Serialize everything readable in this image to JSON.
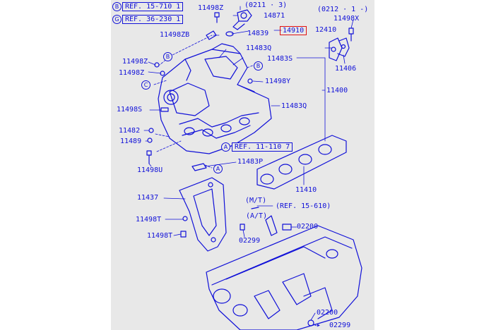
{
  "refs": {
    "ref_b": {
      "marker": "B",
      "text": "REF. 15-710",
      "page": "1"
    },
    "ref_g": {
      "marker": "G",
      "text": "REF. 36-230",
      "page": "1"
    },
    "ref_main": {
      "text": "REF. 11-110",
      "page": "7",
      "marker": "A"
    },
    "ref_mt": {
      "text": "(REF. 15-610)"
    }
  },
  "dates": {
    "d1": "(0211 · 3)",
    "d2": "(0212 · 1 -)"
  },
  "parts": {
    "p11498z_top": "11498Z",
    "p14871": "14871",
    "p14839": "14839",
    "p14910": "14910",
    "p12410": "12410",
    "p11498x": "11498X",
    "p11498zb": "11498ZB",
    "p11483q_top": "11483Q",
    "p11483s": "11483S",
    "p11406": "11406",
    "p11498z_a": "11498Z",
    "p11498z_b": "11498Z",
    "p11498y": "11498Y",
    "p11400": "11400",
    "p11498s": "11498S",
    "p11483q_mid": "11483Q",
    "p11482": "11482",
    "p11489": "11489",
    "p11498u": "11498U",
    "p11483p": "11483P",
    "p11410": "11410",
    "p11437": "11437",
    "p11498t_a": "11498T",
    "p11498t_b": "11498T",
    "p02200_a": "02200",
    "p02299_a": "02299",
    "p02200_b": "02200",
    "p02299_b": "02299",
    "mt": "(M/T)",
    "at": "(A/T)"
  },
  "markers": {
    "b": "B",
    "c": "C",
    "a": "A"
  },
  "colors": {
    "line": "#1010d8",
    "highlight": "#e01010",
    "paper": "#e8e8e8"
  }
}
